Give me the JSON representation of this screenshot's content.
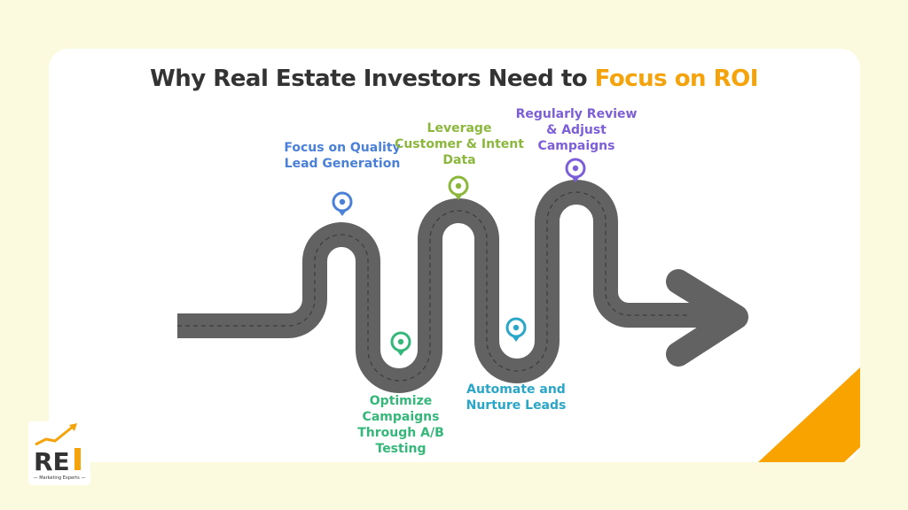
{
  "title": {
    "prefix": "Why Real Estate Investors Need to ",
    "highlight": "Focus on ROI"
  },
  "colors": {
    "background": "#fbfadf",
    "card": "#ffffff",
    "accent": "#f5a30a",
    "road": "#626262"
  },
  "steps": [
    {
      "label": "Focus on Quality Lead Generation",
      "color": "#4a80d8",
      "icon": "map-pin-icon"
    },
    {
      "label": "Optimize Campaigns Through A/B Testing",
      "color": "#35b77a",
      "icon": "map-pin-icon"
    },
    {
      "label": "Leverage Customer & Intent Data",
      "color": "#8bb83c",
      "icon": "map-pin-icon"
    },
    {
      "label": "Automate and Nurture Leads",
      "color": "#2aa6c9",
      "icon": "map-pin-icon"
    },
    {
      "label": "Regularly Review & Adjust Campaigns",
      "color": "#7c5fd8",
      "icon": "map-pin-icon"
    }
  ],
  "logo": {
    "letters": "REI",
    "tagline": "Marketing Experts"
  }
}
